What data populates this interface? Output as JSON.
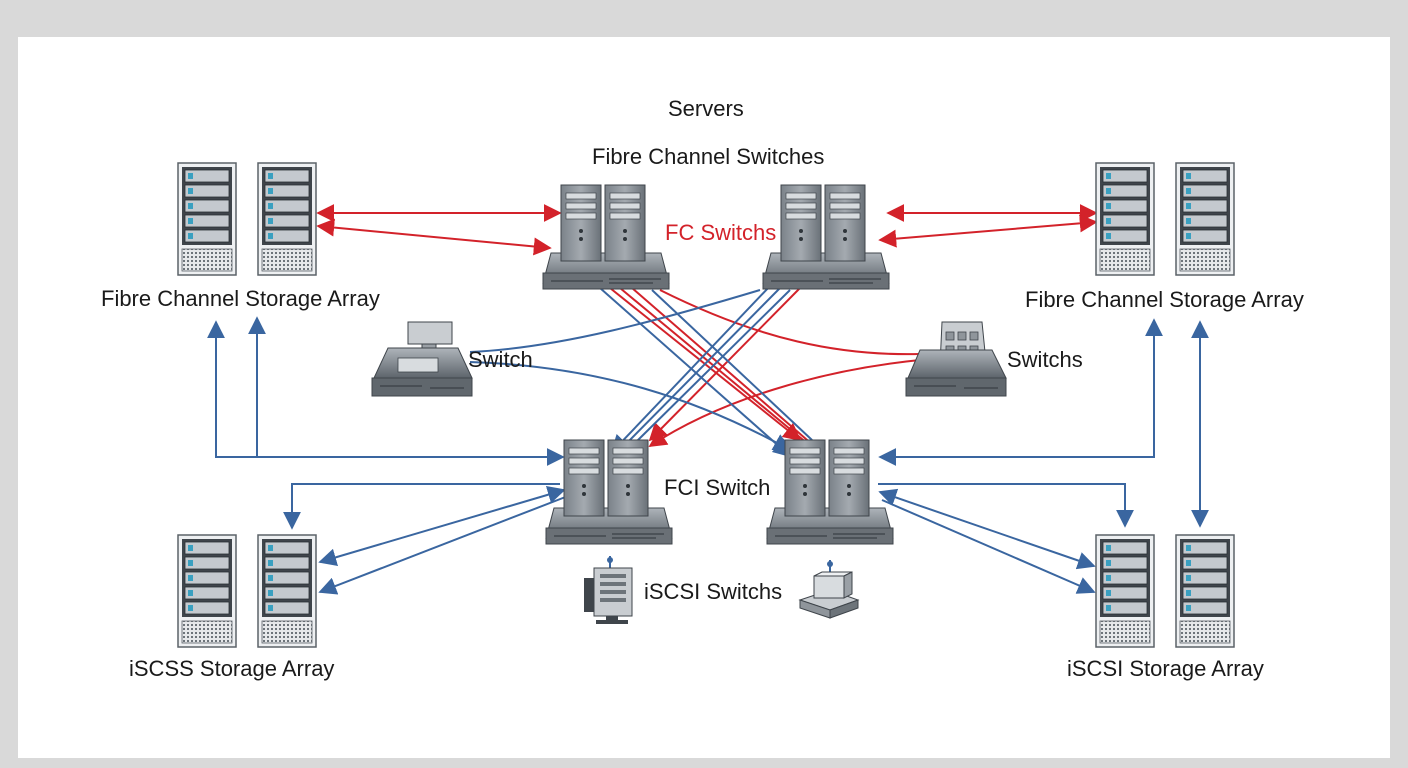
{
  "labels": {
    "servers": "Servers",
    "fc_switches_title": "Fibre Channel Switches",
    "fc_switches": "FC Switchs",
    "fc_storage_left": "Fibre Channel Storage Array",
    "fc_storage_right": "Fibre Channel Storage Array",
    "switch_left": "Switch",
    "switch_right": "Switchs",
    "fci_switch": "FCI Switch",
    "iscsi_switchs": "iSCSI Switchs",
    "iscss_storage": "iSCSS Storage Array",
    "iscsi_storage": "iSCSI Storage Array"
  },
  "colors": {
    "background": "#d9d9d9",
    "panel": "#ffffff",
    "fc_link": "#d3222a",
    "iscsi_link": "#3a66a0",
    "device_dark": "#4f555c",
    "device_light": "#c9cdd1",
    "drive_accent": "#3aa0c0"
  },
  "icons": {
    "storage": "storage-rack-icon",
    "switch": "rack-switch-icon",
    "small_switch": "desktop-switch-icon",
    "workstation": "workstation-icon",
    "box": "stacked-box-icon"
  }
}
